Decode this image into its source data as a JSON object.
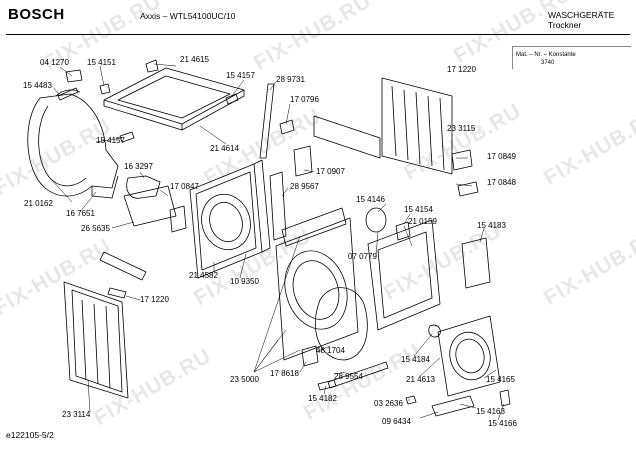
{
  "header": {
    "brand": "BOSCH",
    "model": "Axxis – WTL54100UC/10",
    "category": "WASCHGERÄTE",
    "subcategory": "Trockner"
  },
  "side_box": {
    "label": "Mat. – Nr. – Konstante",
    "code": "3740"
  },
  "document_ref": "e122105-5/2",
  "watermark": "FIX-HUB.RU",
  "part_numbers": {
    "p041270": "04 1270",
    "p154151": "15 4151",
    "p214615": "21 4615",
    "p154157a": "15 4157",
    "p289731": "28 9731",
    "p171220a": "17 1220",
    "p154483": "15 4483",
    "p170796": "17 0796",
    "p154157b": "15 4157",
    "p214614": "21 4614",
    "p233115": "23 3115",
    "p163297": "16 3297",
    "p170907": "17 0907",
    "p170849": "17 0849",
    "p170847": "17 0847",
    "p289567": "28 9567",
    "p170848": "17 0848",
    "p210162": "21 0162",
    "p167651": "16 7651",
    "p154146": "15 4146",
    "p154154": "15 4154",
    "p210159": "21 0159",
    "p265635": "26 5635",
    "p154183": "15 4183",
    "p070779": "07 0779",
    "p109350": "10 9350",
    "p214582": "21 4582",
    "p171220b": "17 1220",
    "p481704": "48 1704",
    "p178618": "17 8618",
    "p154184": "15 4184",
    "p235000": "23 5000",
    "p289554": "28 9554",
    "p214613": "21 4613",
    "p154165": "15 4165",
    "p154182": "15 4182",
    "p233114": "23 3114",
    "p032636": "03 2636",
    "p154163": "15 4163",
    "p096434": "09 6434",
    "p154166": "15 4166"
  },
  "colors": {
    "line": "#000000",
    "watermark": "#000000",
    "background": "#ffffff"
  }
}
